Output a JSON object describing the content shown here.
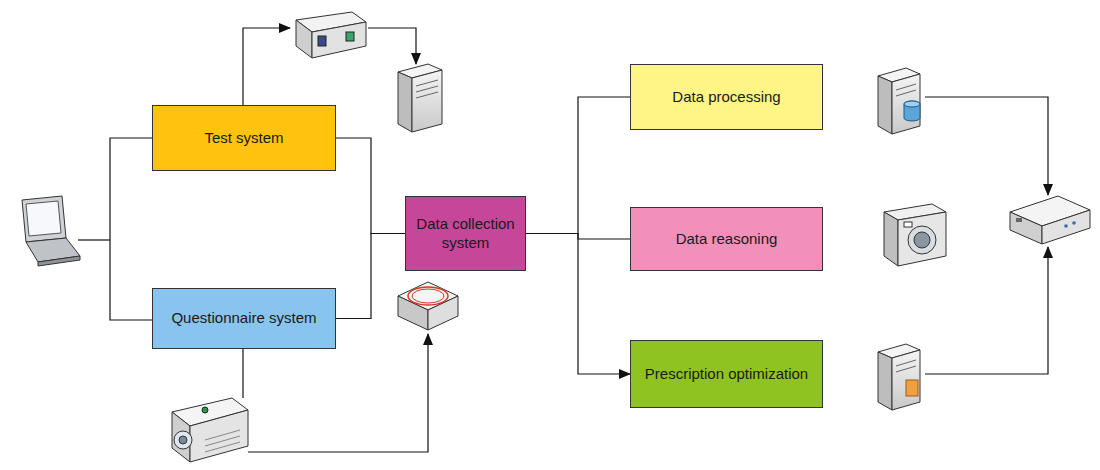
{
  "diagram": {
    "nodes": [
      {
        "text": [
          "Test system"
        ]
      },
      {
        "text": [
          "Questionnaire system"
        ]
      },
      {
        "text": [
          "Data collection system"
        ]
      },
      {
        "text": [
          "Data processing"
        ]
      },
      {
        "text": [
          "Data reasoning"
        ]
      },
      {
        "text": [
          "Prescription optimization"
        ]
      }
    ],
    "edges": [
      {
        "from": 0,
        "to": 2,
        "arrow": "none"
      },
      {
        "from": 1,
        "to": 2,
        "arrow": "none"
      },
      {
        "from": 2,
        "to": 3,
        "arrow": "none"
      },
      {
        "from": 2,
        "to": 4,
        "arrow": "none"
      },
      {
        "from": 2,
        "to": 5,
        "arrow": "to"
      }
    ]
  }
}
